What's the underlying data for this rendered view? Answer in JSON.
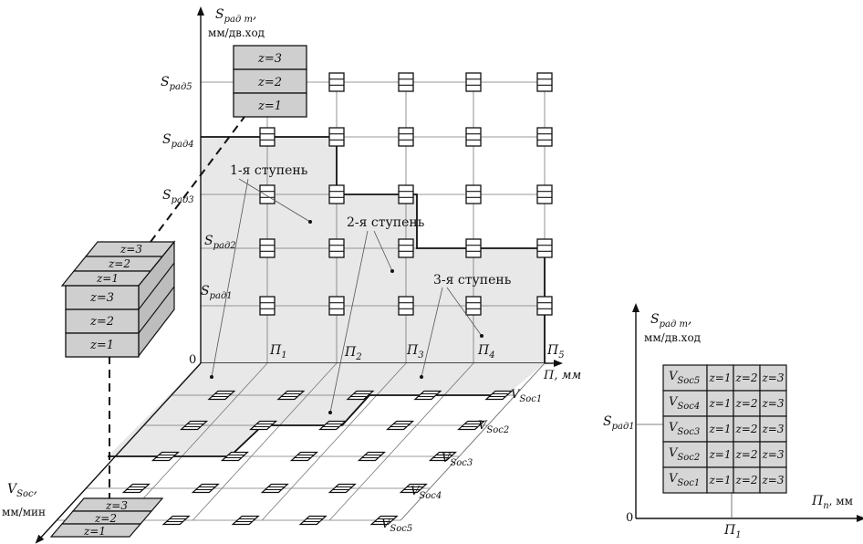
{
  "main_diagram": {
    "y_axis_symbol": "S",
    "y_axis_sub": "рад m",
    "y_axis_unit": "мм/дв.ход",
    "y_levels": [
      {
        "symbol": "S",
        "sub": "рад1"
      },
      {
        "symbol": "S",
        "sub": "рад2"
      },
      {
        "symbol": "S",
        "sub": "рад3"
      },
      {
        "symbol": "S",
        "sub": "рад4"
      },
      {
        "symbol": "S",
        "sub": "рад5"
      }
    ],
    "x_axis_unit": "П, мм",
    "x_levels": [
      {
        "symbol": "П",
        "sub": "1"
      },
      {
        "symbol": "П",
        "sub": "2"
      },
      {
        "symbol": "П",
        "sub": "3"
      },
      {
        "symbol": "П",
        "sub": "4"
      },
      {
        "symbol": "П",
        "sub": "5"
      }
    ],
    "origin": "0",
    "depth_axis_symbol": "V",
    "depth_axis_sub": "Soc",
    "depth_axis_unit": "мм/мин",
    "depth_levels": [
      {
        "symbol": "V",
        "sub": "Soc1"
      },
      {
        "symbol": "V",
        "sub": "Soc2"
      },
      {
        "symbol": "V",
        "sub": "Soc3"
      },
      {
        "symbol": "V",
        "sub": "Soc4"
      },
      {
        "symbol": "V",
        "sub": "Soc5"
      }
    ],
    "stages": [
      "1-я  ступень",
      "2-я  ступень",
      "3-я  ступень"
    ]
  },
  "stack_top": [
    "z=3",
    "z=2",
    "z=1"
  ],
  "stack_left": [
    "z=3",
    "z=2",
    "z=1",
    "z=3",
    "z=2",
    "z=1"
  ],
  "stack_bottom": [
    "z=3",
    "z=2",
    "z=1"
  ],
  "inset": {
    "y_axis_symbol": "S",
    "y_axis_sub": "рад m",
    "y_axis_unit": "мм/дв.ход",
    "y_tick_symbol": "S",
    "y_tick_sub": "рад1",
    "x_axis_symbol": "П",
    "x_axis_sub": "n",
    "x_axis_unit": ", мм",
    "x_tick_symbol": "П",
    "x_tick_sub": "1",
    "origin": "0",
    "table": {
      "rows": [
        {
          "symbol": "V",
          "sub": "Soc5",
          "cells": [
            "z=1",
            "z=2",
            "z=3"
          ]
        },
        {
          "symbol": "V",
          "sub": "Soc4",
          "cells": [
            "z=1",
            "z=2",
            "z=3"
          ]
        },
        {
          "symbol": "V",
          "sub": "Soc3",
          "cells": [
            "z=1",
            "z=2",
            "z=3"
          ]
        },
        {
          "symbol": "V",
          "sub": "Soc2",
          "cells": [
            "z=1",
            "z=2",
            "z=3"
          ]
        },
        {
          "symbol": "V",
          "sub": "Soc1",
          "cells": [
            "z=1",
            "z=2",
            "z=3"
          ]
        }
      ]
    }
  }
}
